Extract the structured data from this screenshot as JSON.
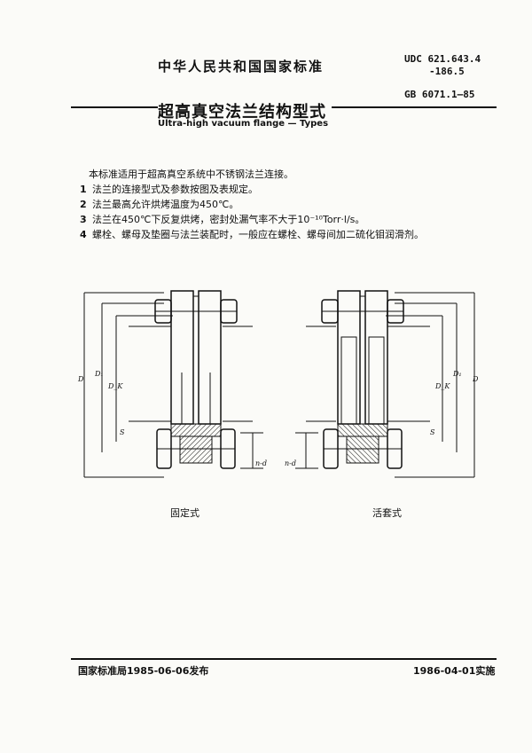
{
  "header": {
    "standard_title": "中华人民共和国国家标准",
    "udc_line1": "UDC 621.643.4",
    "udc_line2": "-186.5",
    "gb_number": "GB 6071.1—85"
  },
  "title": {
    "main": "超高真空法兰结构型式",
    "english": "Ultra-high vacuum flange — Types"
  },
  "body": {
    "intro": "本标准适用于超高真空系统中不锈钢法兰连接。",
    "items": [
      {
        "num": "1",
        "text": "法兰的连接型式及参数按图及表规定。"
      },
      {
        "num": "2",
        "text": "法兰最高允许烘烤温度为450℃。"
      },
      {
        "num": "3",
        "text": "法兰在450℃下反复烘烤，密封处漏气率不大于10⁻¹⁰Torr·l/s。"
      },
      {
        "num": "4",
        "text": "螺栓、螺母及垫圈与法兰装配时，一般应在螺栓、螺母间加二硫化钼润滑剂。"
      }
    ]
  },
  "figure": {
    "left_caption": "固定式",
    "right_caption": "活套式",
    "labels": {
      "D": "D",
      "D1": "D₁",
      "DK": "D_K",
      "S": "S",
      "nd": "n-d"
    }
  },
  "footer": {
    "issued": "国家标准局1985-06-06发布",
    "effective": "1986-04-01实施"
  }
}
